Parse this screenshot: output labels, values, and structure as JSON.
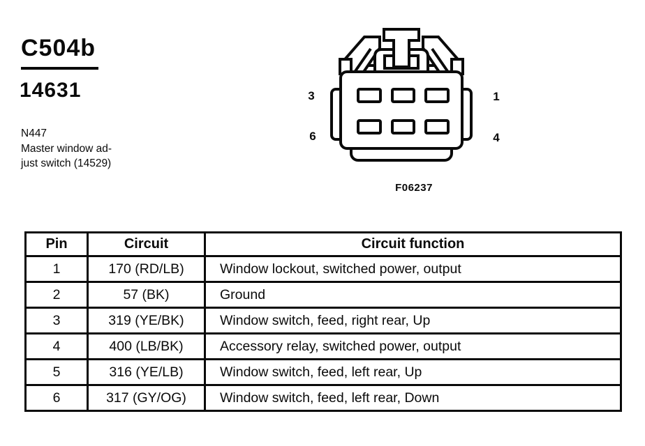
{
  "header": {
    "connector_id": "C504b",
    "part_number": "14631",
    "component_ref": "N447",
    "component_desc": [
      "Master window ad-",
      "just switch (14529)"
    ]
  },
  "diagram": {
    "figure_id": "F06237",
    "pin_labels": {
      "top_left": "3",
      "top_right": "1",
      "bottom_left": "6",
      "bottom_right": "4"
    }
  },
  "table": {
    "headers": [
      "Pin",
      "Circuit",
      "Circuit function"
    ],
    "rows": [
      {
        "pin": "1",
        "circuit": "170 (RD/LB)",
        "function": "Window lockout, switched power, output"
      },
      {
        "pin": "2",
        "circuit": "57 (BK)",
        "function": "Ground"
      },
      {
        "pin": "3",
        "circuit": "319 (YE/BK)",
        "function": "Window switch, feed, right rear, Up"
      },
      {
        "pin": "4",
        "circuit": "400 (LB/BK)",
        "function": "Accessory relay, switched power, output"
      },
      {
        "pin": "5",
        "circuit": "316 (YE/LB)",
        "function": "Window switch, feed, left rear, Up"
      },
      {
        "pin": "6",
        "circuit": "317 (GY/OG)",
        "function": "Window switch, feed, left rear, Down"
      }
    ]
  },
  "colors": {
    "ink": "#0a0a0a",
    "paper": "#ffffff"
  }
}
